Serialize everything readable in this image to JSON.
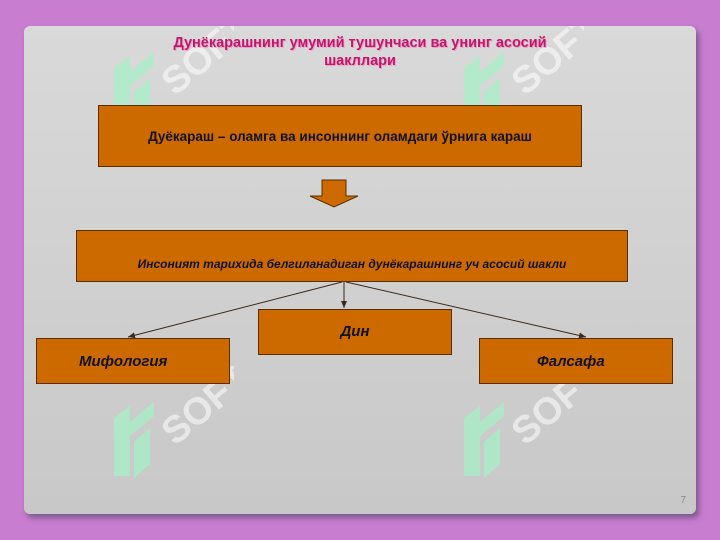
{
  "slide": {
    "title_line1": "Дунёкарашнинг умумий тушунчаси ва унинг асосий",
    "title_line2": "шакллари",
    "definition": "Дуёкараш – оламга ва инсоннинг оламдаги ўрнига караш",
    "history_box": "Инсоният тарихида белгиланадиган дунёкарашнинг уч асосий шакли",
    "forms": {
      "religion": "Дин",
      "mythology": "Мифология",
      "philosophy": "Фалсафа"
    },
    "page_number": "7",
    "watermark_text": "SOFT"
  },
  "colors": {
    "background": "#c97dd0",
    "box_fill": "#cc6a00",
    "title": "#c2186b",
    "watermark": "#a8f0c8"
  }
}
